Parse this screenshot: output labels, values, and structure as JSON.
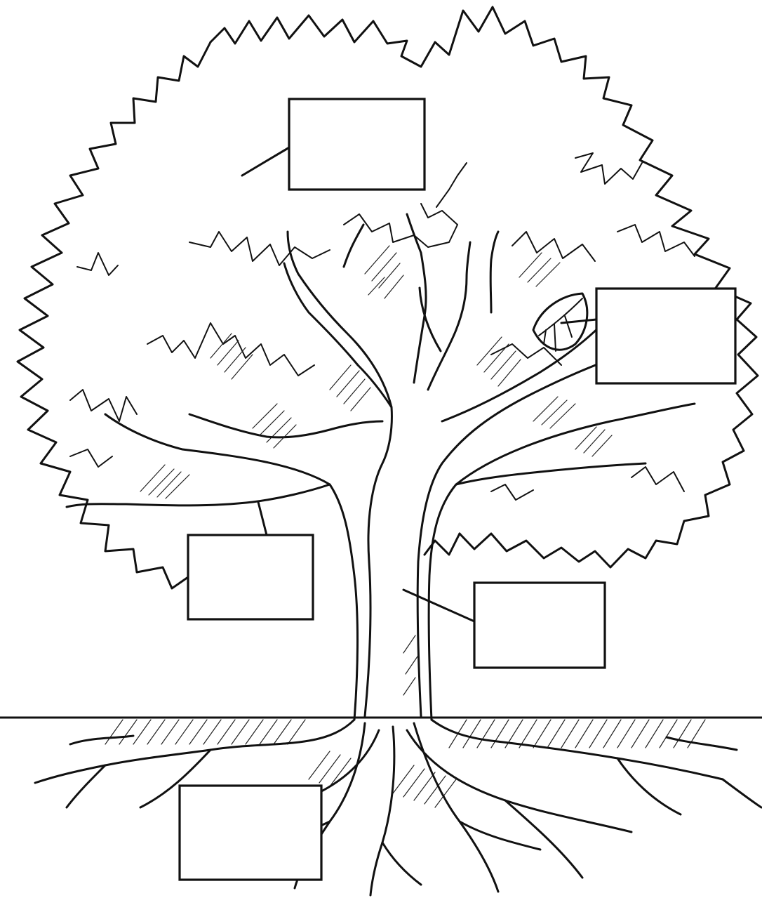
{
  "worksheet": {
    "colors": {
      "ink": "#111111",
      "paper": "#ffffff"
    },
    "label_boxes": [
      {
        "id": "leaves",
        "label": ""
      },
      {
        "id": "leaf",
        "label": ""
      },
      {
        "id": "branch",
        "label": ""
      },
      {
        "id": "trunk",
        "label": ""
      },
      {
        "id": "roots",
        "label": ""
      }
    ]
  }
}
